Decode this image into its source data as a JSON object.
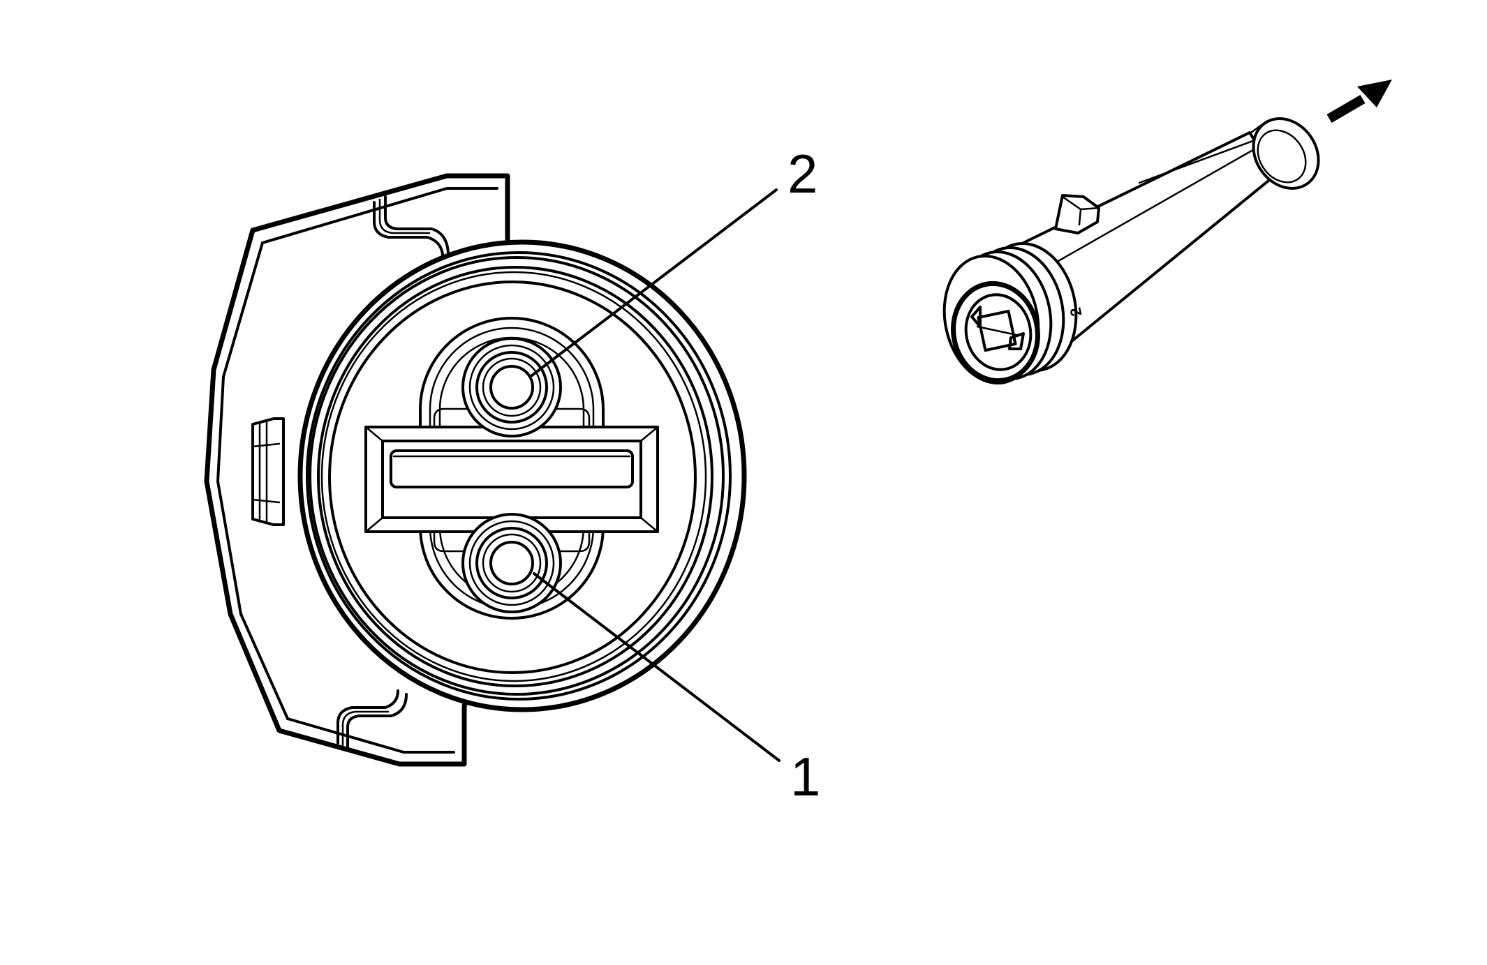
{
  "callouts": {
    "terminal_1": "1",
    "terminal_2": "2"
  },
  "connector_marking": "2",
  "colors": {
    "line": "#000000",
    "background": "#ffffff"
  },
  "icons": {
    "direction": "arrow-up-right-icon"
  }
}
